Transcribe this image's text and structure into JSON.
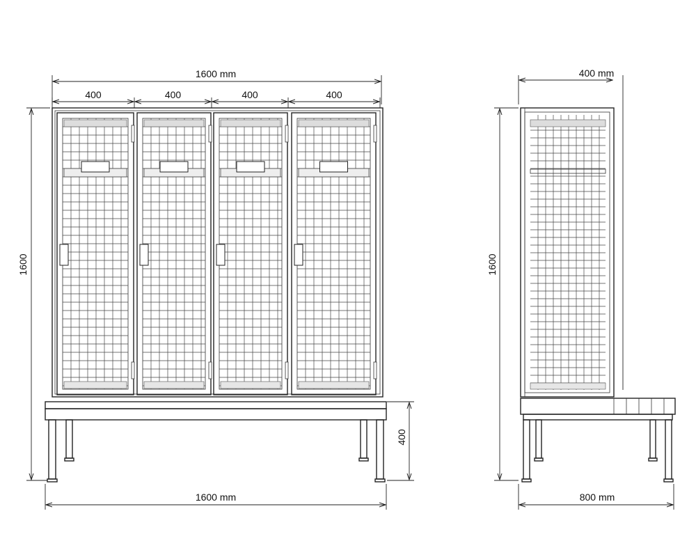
{
  "front_view": {
    "overall_width_label": "1600 mm",
    "door_width_labels": [
      "400",
      "400",
      "400",
      "400"
    ],
    "height_label": "1600",
    "bench_height_label": "400",
    "bench_width_label": "1600 mm"
  },
  "side_view": {
    "depth_label": "400 mm",
    "height_label": "1600",
    "bench_depth_label": "800 mm"
  }
}
